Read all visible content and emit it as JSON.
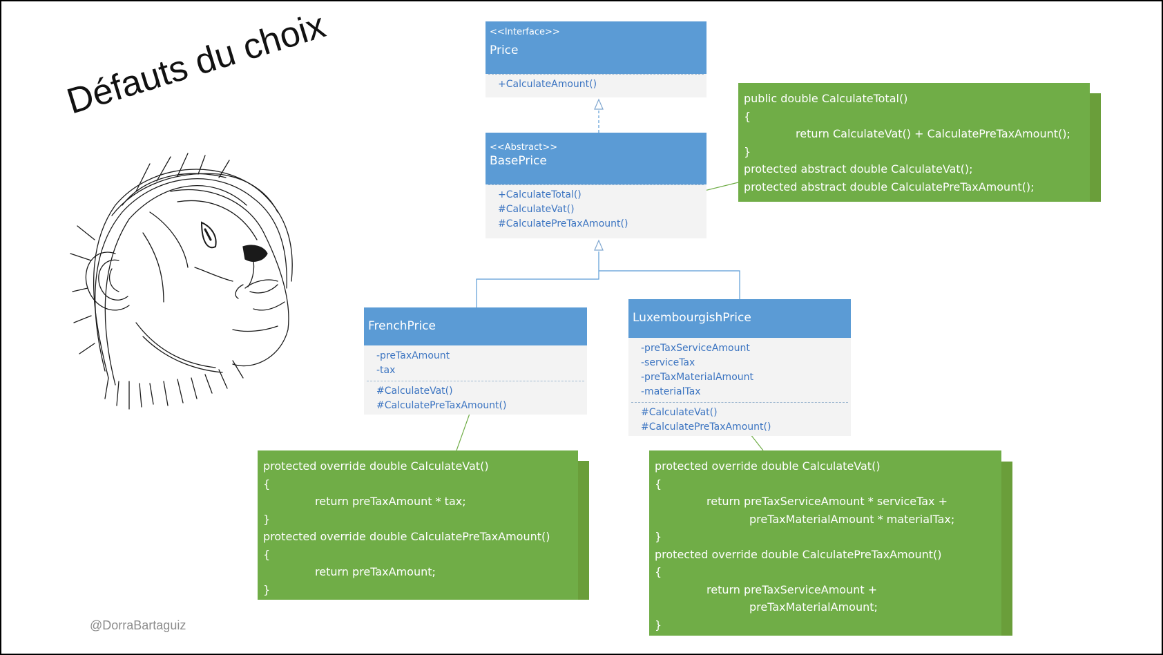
{
  "slide_title": "Défauts du choix",
  "credit": "@DorraBartaguiz",
  "classes": {
    "price": {
      "stereotype": "<<Interface>>",
      "name": "Price",
      "methods": [
        "+CalculateAmount()"
      ]
    },
    "baseprice": {
      "stereotype": "<<Abstract>>",
      "name": "BasePrice",
      "methods": [
        "+CalculateTotal()",
        "#CalculateVat()",
        "#CalculatePreTaxAmount()"
      ]
    },
    "frenchprice": {
      "name": "FrenchPrice",
      "fields": [
        "-preTaxAmount",
        "-tax"
      ],
      "methods": [
        "#CalculateVat()",
        "#CalculatePreTaxAmount()"
      ]
    },
    "luxprice": {
      "name": "LuxembourgishPrice",
      "fields": [
        "-preTaxServiceAmount",
        "-serviceTax",
        "-preTaxMaterialAmount",
        "-materialTax"
      ],
      "methods": [
        "#CalculateVat()",
        "#CalculatePreTaxAmount()"
      ]
    }
  },
  "notes": {
    "baseprice": [
      "public double CalculateTotal()",
      "{",
      "return CalculateVat() + CalculatePreTaxAmount();",
      "}",
      "protected abstract double CalculateVat();",
      "protected abstract double CalculatePreTaxAmount();"
    ],
    "frenchprice": [
      "protected override double CalculateVat()",
      "{",
      "return preTaxAmount * tax;",
      "}",
      "protected override double CalculatePreTaxAmount()",
      "{",
      "return preTaxAmount;",
      "}"
    ],
    "luxprice": [
      "protected override double CalculateVat()",
      "{",
      "return preTaxServiceAmount * serviceTax +",
      "preTaxMaterialAmount * materialTax;",
      "}",
      "protected override double CalculatePreTaxAmount()",
      "{",
      "return preTaxServiceAmount +",
      "preTaxMaterialAmount;",
      "}"
    ]
  },
  "colors": {
    "class_header": "#5b9bd5",
    "class_body": "#f3f3f3",
    "member_text": "#3b74c1",
    "note": "#70ad47",
    "connector": "#5b9bd5"
  }
}
